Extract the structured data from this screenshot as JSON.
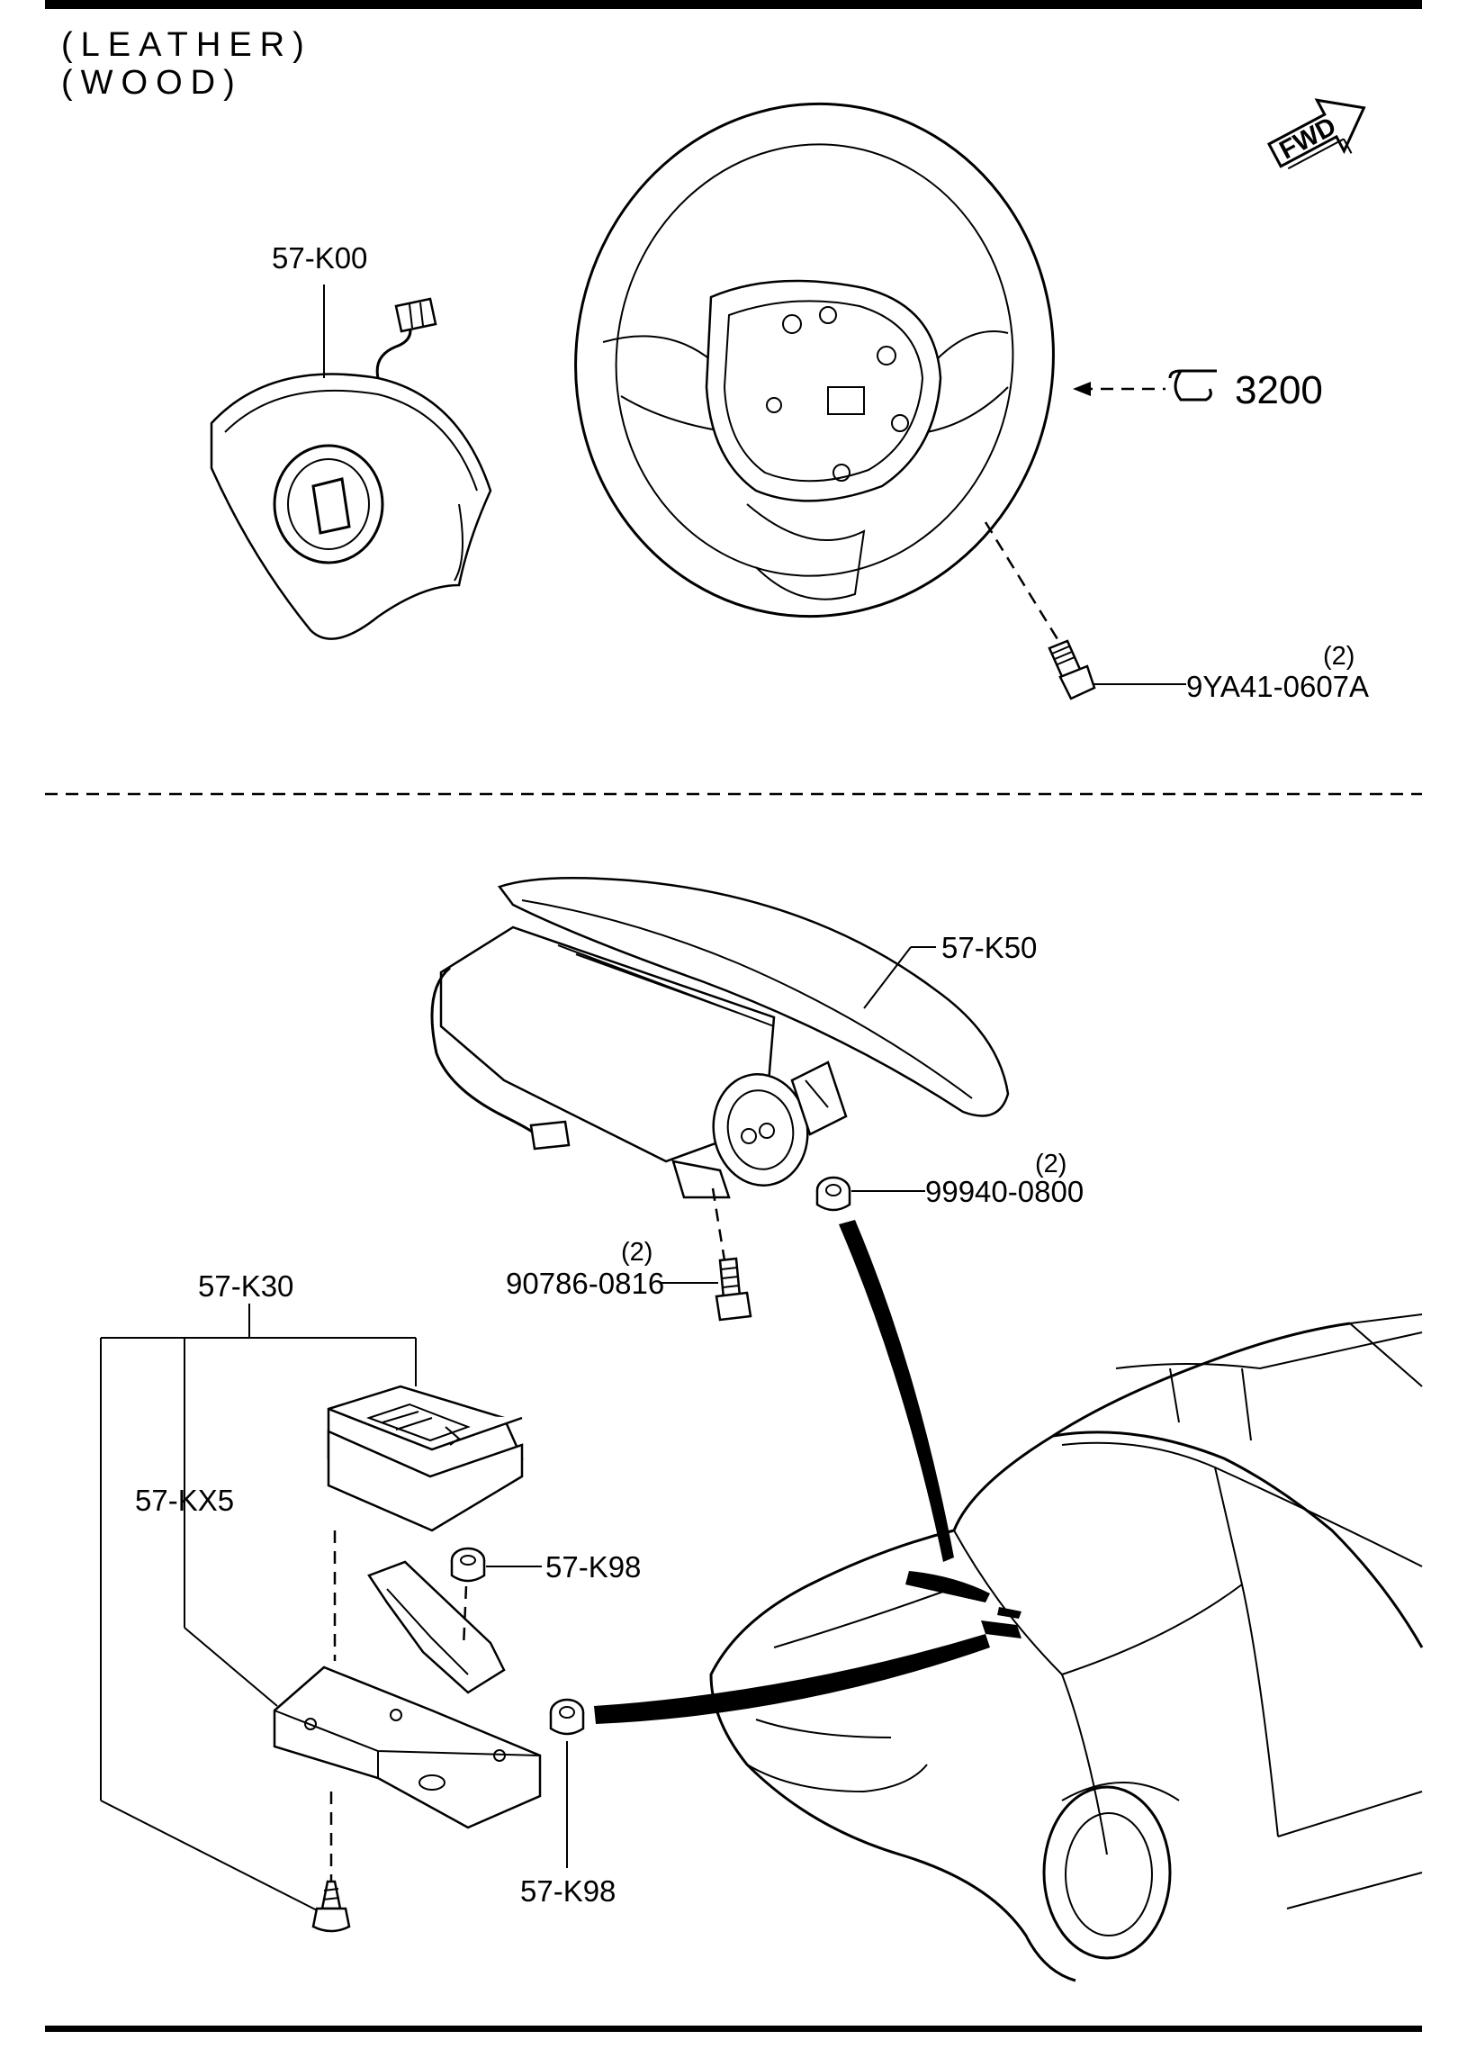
{
  "header": {
    "trim_1": "(LEATHER)",
    "trim_2": "(WOOD)",
    "fwd": "FWD"
  },
  "parts": {
    "driver_airbag": {
      "number": "57-K00"
    },
    "steering_wheel_ref": {
      "number": "3200"
    },
    "wheel_bolt": {
      "number": "9YA41-0607A",
      "qty": "(2)"
    },
    "passenger_airbag": {
      "number": "57-K50"
    },
    "passenger_nut": {
      "number": "99940-0800",
      "qty": "(2)"
    },
    "passenger_bolt": {
      "number": "90786-0816",
      "qty": "(2)"
    },
    "sensor_assy": {
      "number": "57-K30"
    },
    "sensor_sub": {
      "number": "57-KX5"
    },
    "nut_upper": {
      "number": "57-K98"
    },
    "nut_lower": {
      "number": "57-K98"
    }
  }
}
